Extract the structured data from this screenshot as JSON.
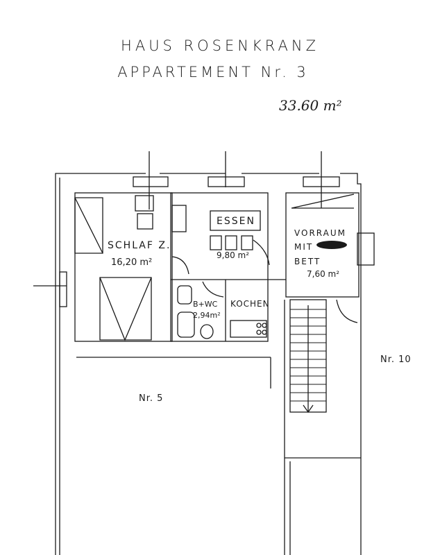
{
  "header": {
    "title_line1": "HAUS ROSENKRANZ",
    "title_line2": "APPARTEMENT   Nr. 3"
  },
  "total_area": "33.60 m²",
  "rooms": {
    "schlaf_name": "SCHLAF Z.",
    "schlaf_area": "16,20 m²",
    "essen_name": "ESSEN",
    "essen_area": "9,80 m²",
    "bad_name": "B+WC",
    "bad_area": "2,94m²",
    "kochen_name": "KOCHEN",
    "vorraum_line1": "VORRAUM",
    "vorraum_line2": "MIT",
    "vorraum_line3": "BETT",
    "vorraum_area": "7,60 m²"
  },
  "neighbours": {
    "left": "Nr. 5",
    "right": "Nr. 10"
  }
}
